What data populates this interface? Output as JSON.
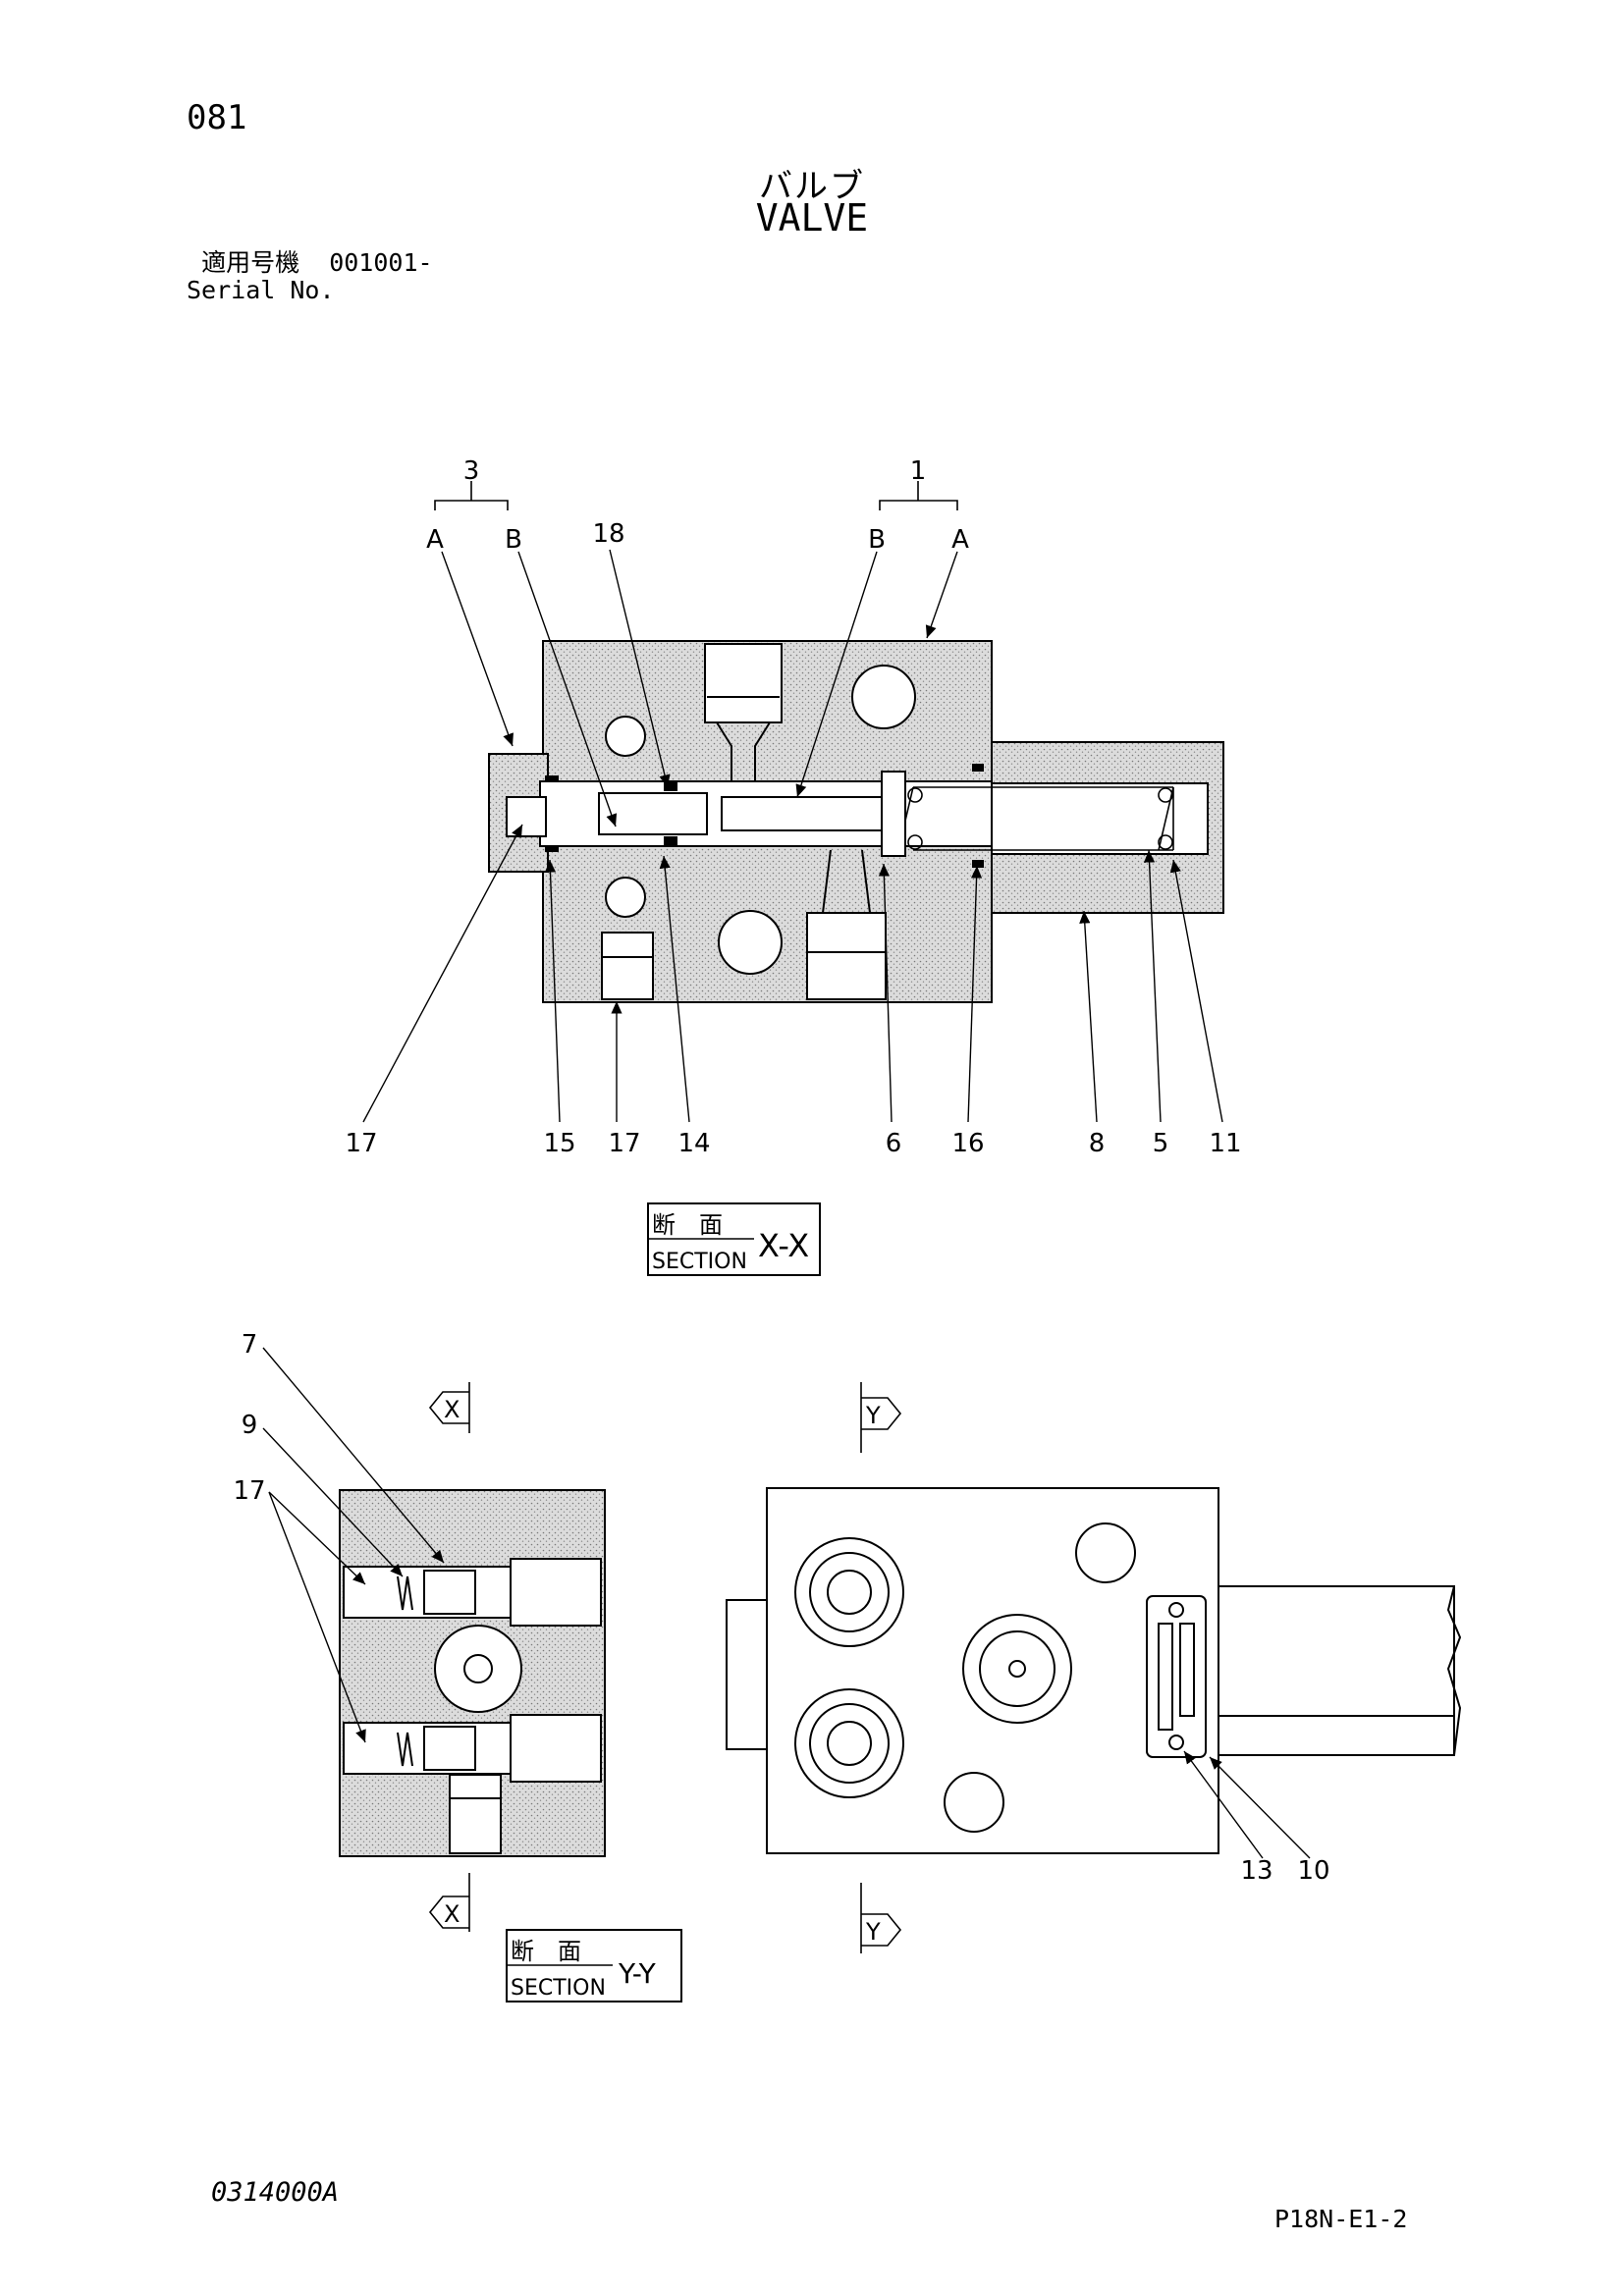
{
  "header": {
    "page_number": "081",
    "title_jp": "バルブ",
    "title_en": "VALVE",
    "serial_label_jp": "適用号機",
    "serial_value": "001001-",
    "serial_label_en": "Serial No."
  },
  "section_xx": {
    "group_labels": [
      "3",
      "1"
    ],
    "sub_labels": [
      "A",
      "B",
      "B",
      "A"
    ],
    "top_callouts": [
      "18"
    ],
    "bottom_callouts": [
      "17",
      "15",
      "17",
      "14",
      "6",
      "16",
      "8",
      "5",
      "11"
    ],
    "box": {
      "jp": "断　面",
      "en": "SECTION",
      "code": "X-X"
    }
  },
  "section_yy": {
    "callouts": [
      "7",
      "9",
      "17"
    ],
    "arrow_label": "X",
    "box": {
      "jp": "断　面",
      "en": "SECTION",
      "code": "Y-Y"
    }
  },
  "side_view": {
    "arrow_label": "Y",
    "callouts": [
      "13",
      "10"
    ]
  },
  "footer": {
    "drawing_code": "0314000A",
    "sheet_code": "P18N-E1-2"
  },
  "colors": {
    "line": "#000000",
    "hatch_fill": "#d6d6d6",
    "paper": "#ffffff"
  }
}
